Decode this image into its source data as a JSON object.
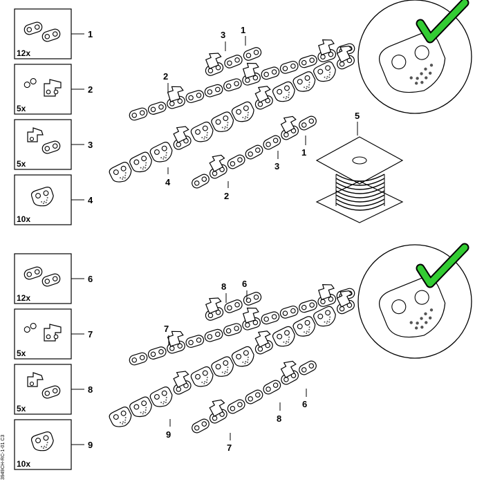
{
  "sections": [
    {
      "kit_items": [
        {
          "qty": "12x",
          "callout": "1",
          "kind": "links"
        },
        {
          "qty": "5x",
          "callout": "2",
          "kind": "rivets"
        },
        {
          "qty": "5x",
          "callout": "3",
          "kind": "cutter"
        },
        {
          "qty": "10x",
          "callout": "4",
          "kind": "diamond"
        }
      ],
      "chain_callouts": [
        "3",
        "1",
        "2",
        "4",
        "1",
        "3",
        "2",
        "5"
      ],
      "check_icon": "checkmark-icon",
      "check_color": "#33cc33"
    },
    {
      "kit_items": [
        {
          "qty": "12x",
          "callout": "6",
          "kind": "links"
        },
        {
          "qty": "5x",
          "callout": "7",
          "kind": "rivets"
        },
        {
          "qty": "5x",
          "callout": "8",
          "kind": "cutter"
        },
        {
          "qty": "10x",
          "callout": "9",
          "kind": "diamond"
        }
      ],
      "chain_callouts": [
        "8",
        "6",
        "7",
        "9",
        "6",
        "8",
        "7"
      ],
      "check_icon": "checkmark-icon",
      "check_color": "#33cc33"
    }
  ],
  "document_id": "3949CH-RC-1-01 C3"
}
